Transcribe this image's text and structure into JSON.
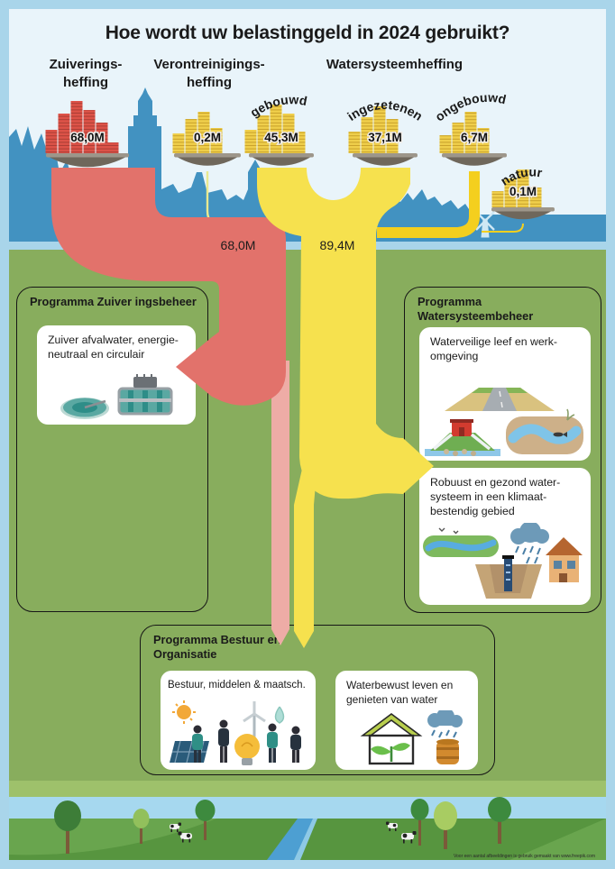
{
  "poster": {
    "title": "Hoe wordt uw belastinggeld in 2024 gebruikt?"
  },
  "levies": {
    "zuiveringsheffing": {
      "label": "Zuiverings-\nheffing",
      "amount": "68,0M"
    },
    "verontreinigingsheffing": {
      "label": "Verontreinigings-\nheffing",
      "amount": "0,2M"
    },
    "watersysteemheffing": {
      "label": "Watersysteemheffing",
      "gebouwd": {
        "label": "gebouwd",
        "amount": "45,3M"
      },
      "ingezetenen": {
        "label": "ingezetenen",
        "amount": "37,1M"
      },
      "ongebouwd": {
        "label": "ongebouwd",
        "amount": "6,7M"
      },
      "natuur": {
        "label": "natuur",
        "amount": "0,1M"
      }
    }
  },
  "flows": {
    "zuivering_total": "68,0M",
    "watersysteem_total": "89,4M"
  },
  "programs": {
    "zuiveringsbeheer": {
      "title": "Programma Zuiver ingsbeheer",
      "card1": "Zuiver afvalwater, energie-\nneutraal en circulair"
    },
    "watersysteembeheer": {
      "title": "Programma Watersysteembeheer",
      "card1": "Waterveilige leef en werk-\nomgeving",
      "card2": "Robuust en gezond water-\nsysteem in een klimaat-\nbestendig gebied"
    },
    "bestuur": {
      "title": "Programma Bestuur en\nOrganisatie",
      "card1": "Bestuur, middelen & maatsch.",
      "card2": "Waterbewust leven en\ngenieten van water"
    }
  },
  "credit": "Voor een aantal afbeeldingen is gebruik gemaakt van www.freepik.com",
  "colors": {
    "frame_blue": "#a9d5ea",
    "sky": "#e9f4fa",
    "water_blue": "#4292c1",
    "green_bg": "#88ad5d",
    "red_flow": "#e2726b",
    "pink_flow": "#eeaca6",
    "yellow_flow": "#f6e14e",
    "gold_line": "#f4cf1e"
  }
}
